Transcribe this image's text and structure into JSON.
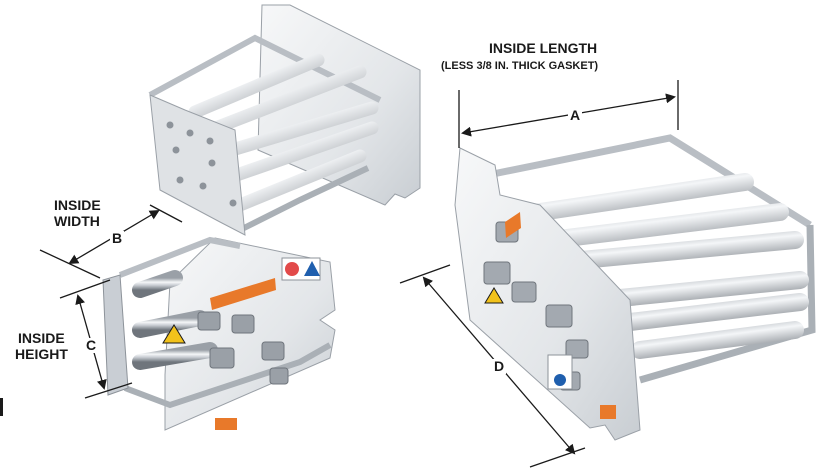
{
  "labels": {
    "length_title": "INSIDE LENGTH",
    "length_note": "(LESS 3/8 IN. THICK GASKET)",
    "dim_a": "A",
    "width_line1": "INSIDE",
    "width_line2": "WIDTH",
    "dim_b": "B",
    "height_line1": "INSIDE",
    "height_line2": "HEIGHT",
    "dim_c": "C",
    "dim_d": "D"
  },
  "colors": {
    "steel_light": "#e9ebee",
    "steel_mid": "#bfc4ca",
    "steel_dark": "#7d838b",
    "plate": "#f1f2f3",
    "warning_orange": "#e8792a",
    "warning_yellow": "#f2c21b",
    "info_blue": "#1f5fae",
    "text": "#1a1a1a"
  },
  "products": [
    {
      "name": "grate-magnet-top-view"
    },
    {
      "name": "grate-magnet-end-view"
    },
    {
      "name": "grate-magnet-large-view"
    }
  ]
}
